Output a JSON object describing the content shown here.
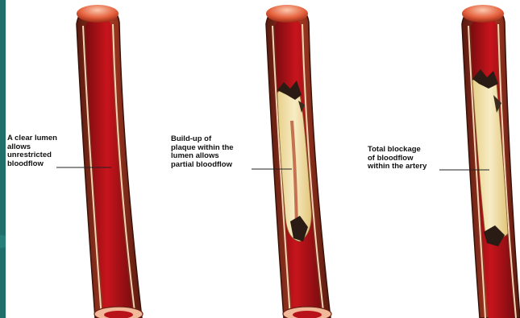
{
  "colors": {
    "accent_strip": "#1f6f6a",
    "outer_wall": "#8c2f1d",
    "wall_edge": "#3a120a",
    "inner_stripe": "#f4d2b4",
    "lumen_blood": "#b8121a",
    "plaque": "#f0dfa6",
    "calcified_dark": "#2a1c14",
    "cap_highlight": "#f6a98c"
  },
  "diagram": {
    "labels": {
      "clear_lumen": "A clear lumen\nallows\nunrestricted\nbloodflow",
      "plaque_buildup": "Build-up of\nplaque within the\nlumen allows\npartial bloodflow",
      "total_blockage": "Total blockage\nof bloodflow\nwithin the artery"
    }
  }
}
